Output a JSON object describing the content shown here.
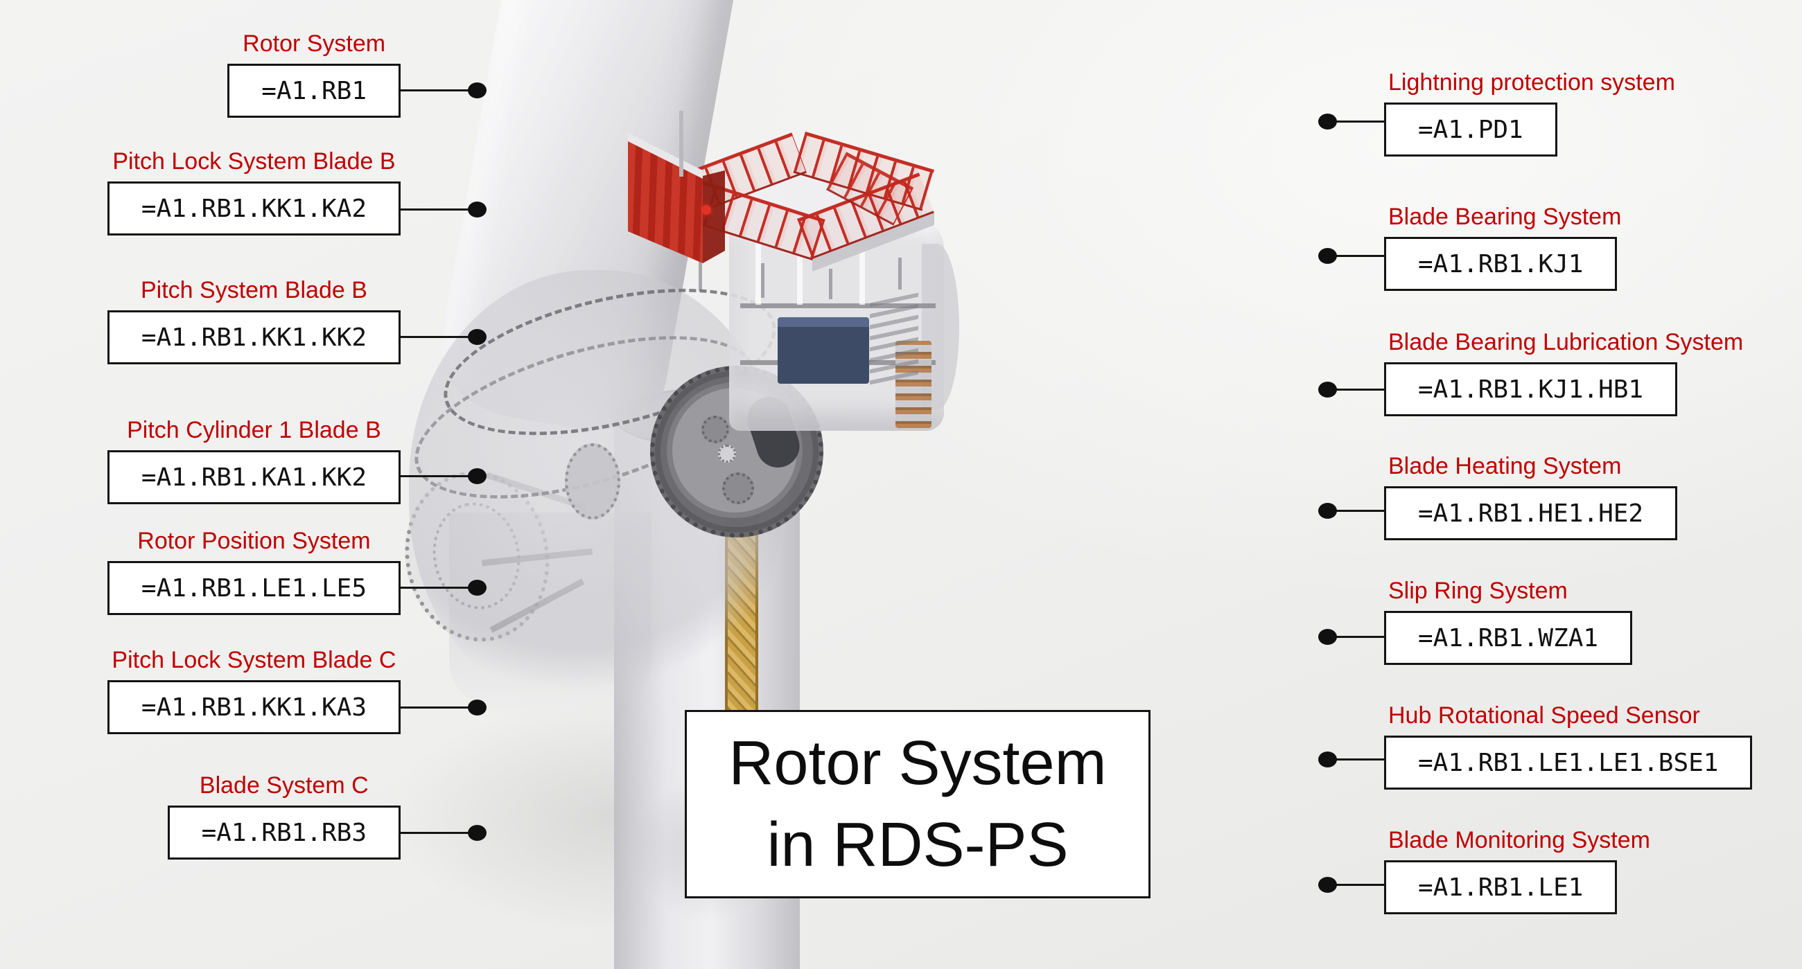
{
  "title": {
    "line1": "Rotor System",
    "line2": "in RDS-PS"
  },
  "left_labels": [
    {
      "name": "Rotor System",
      "code": "=A1.RB1"
    },
    {
      "name": "Pitch Lock System Blade B",
      "code": "=A1.RB1.KK1.KA2"
    },
    {
      "name": "Pitch System Blade B",
      "code": "=A1.RB1.KK1.KK2"
    },
    {
      "name": "Pitch Cylinder 1 Blade B",
      "code": "=A1.RB1.KA1.KK2"
    },
    {
      "name": "Rotor Position System",
      "code": "=A1.RB1.LE1.LE5"
    },
    {
      "name": "Pitch Lock System Blade C",
      "code": "=A1.RB1.KK1.KA3"
    },
    {
      "name": "Blade System C",
      "code": "=A1.RB1.RB3"
    }
  ],
  "right_labels": [
    {
      "name": "Lightning protection system",
      "code": "=A1.PD1"
    },
    {
      "name": "Blade Bearing System",
      "code": "=A1.RB1.KJ1"
    },
    {
      "name": "Blade Bearing Lubrication System",
      "code": "=A1.RB1.KJ1.HB1"
    },
    {
      "name": "Blade Heating System",
      "code": "=A1.RB1.HE1.HE2"
    },
    {
      "name": "Slip Ring System",
      "code": "=A1.RB1.WZA1"
    },
    {
      "name": "Hub Rotational Speed Sensor",
      "code": "=A1.RB1.LE1.LE1.BSE1"
    },
    {
      "name": "Blade Monitoring System",
      "code": "=A1.RB1.LE1"
    }
  ],
  "colors": {
    "label_red": "#C00000",
    "box_border": "#141414",
    "railing_red": "#C3271D",
    "crane_gold": "#C79D3E",
    "equipment_navy": "#3D4B66"
  }
}
